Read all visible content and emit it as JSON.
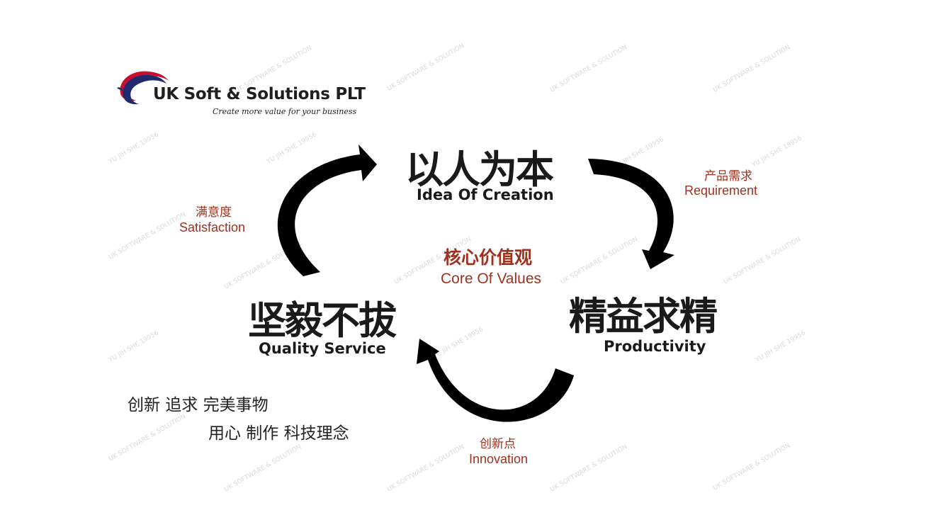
{
  "brand": {
    "company": "UK Soft & Solutions PLT",
    "tagline": "Create more value for your business",
    "colors": {
      "blue": "#1f2a6e",
      "red": "#c8102e"
    }
  },
  "cycle": {
    "center": {
      "cn": "核心价值观",
      "en": "Core Of Values"
    },
    "nodes": {
      "top": {
        "cn": "以人为本",
        "en": "Idea Of Creation"
      },
      "right": {
        "cn": "精益求精",
        "en": "Productivity"
      },
      "left": {
        "cn": "坚毅不拔",
        "en": "Quality Service"
      }
    },
    "links": {
      "requirement": {
        "cn": "产品需求",
        "en": "Requirement"
      },
      "innovation": {
        "cn": "创新点",
        "en": "Innovation"
      },
      "satisfaction": {
        "cn": "满意度",
        "en": "Satisfaction"
      }
    },
    "colors": {
      "text": "#1a1a1a",
      "accent": "#a0311f",
      "arrow": "#000000"
    }
  },
  "slogan": {
    "line1": "创新 追求 完美事物",
    "line2": "用心 制作 科技理念"
  },
  "watermark": {
    "texts": [
      "UK SOFTWARE & SOLUTION",
      "YU JIH SHE 19956"
    ]
  }
}
